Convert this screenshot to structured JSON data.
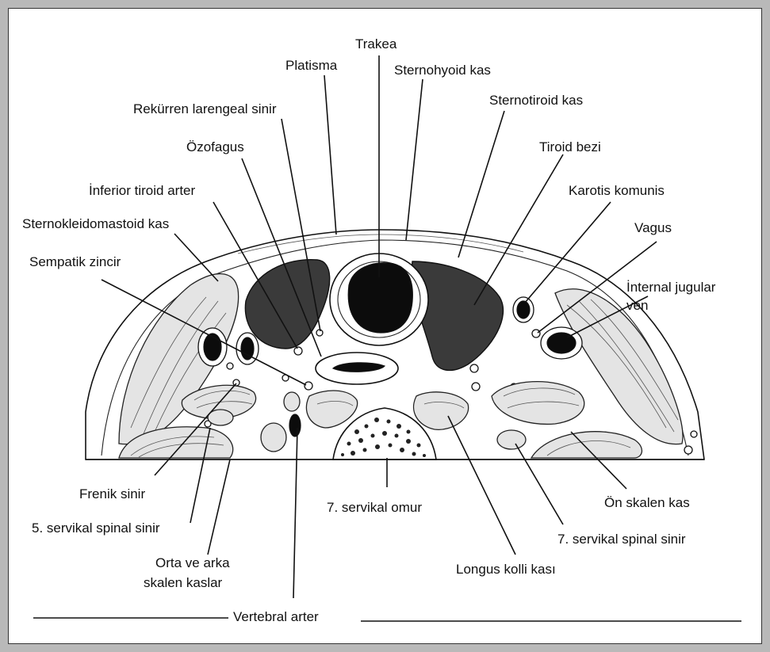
{
  "labels": {
    "trakea": "Trakea",
    "platisma": "Platisma",
    "sternohyoid": "Sternohyoid kas",
    "sternotiroid": "Sternotiroid kas",
    "rekurren": "Rekürren larengeal sinir",
    "ozofagus": "Özofagus",
    "tiroid_bezi": "Tiroid bezi",
    "inferior_tiroid": "İnferior tiroid arter",
    "karotis": "Karotis komunis",
    "sternokleido": "Sternokleidomastoid kas",
    "vagus": "Vagus",
    "sempatik": "Sempatik zincir",
    "internal_jugular_1": "İnternal jugular",
    "internal_jugular_2": "ven",
    "frenik": "Frenik sinir",
    "servikal_omur": "7. servikal omur",
    "on_skalen": "Ön skalen kas",
    "servikal5": "5. servikal spinal sinir",
    "servikal7": "7. servikal spinal sinir",
    "orta_arka_1": "Orta ve arka",
    "orta_arka_2": "skalen kaslar",
    "longus": "Longus kolli kası",
    "vertebral": "Vertebral arter"
  }
}
